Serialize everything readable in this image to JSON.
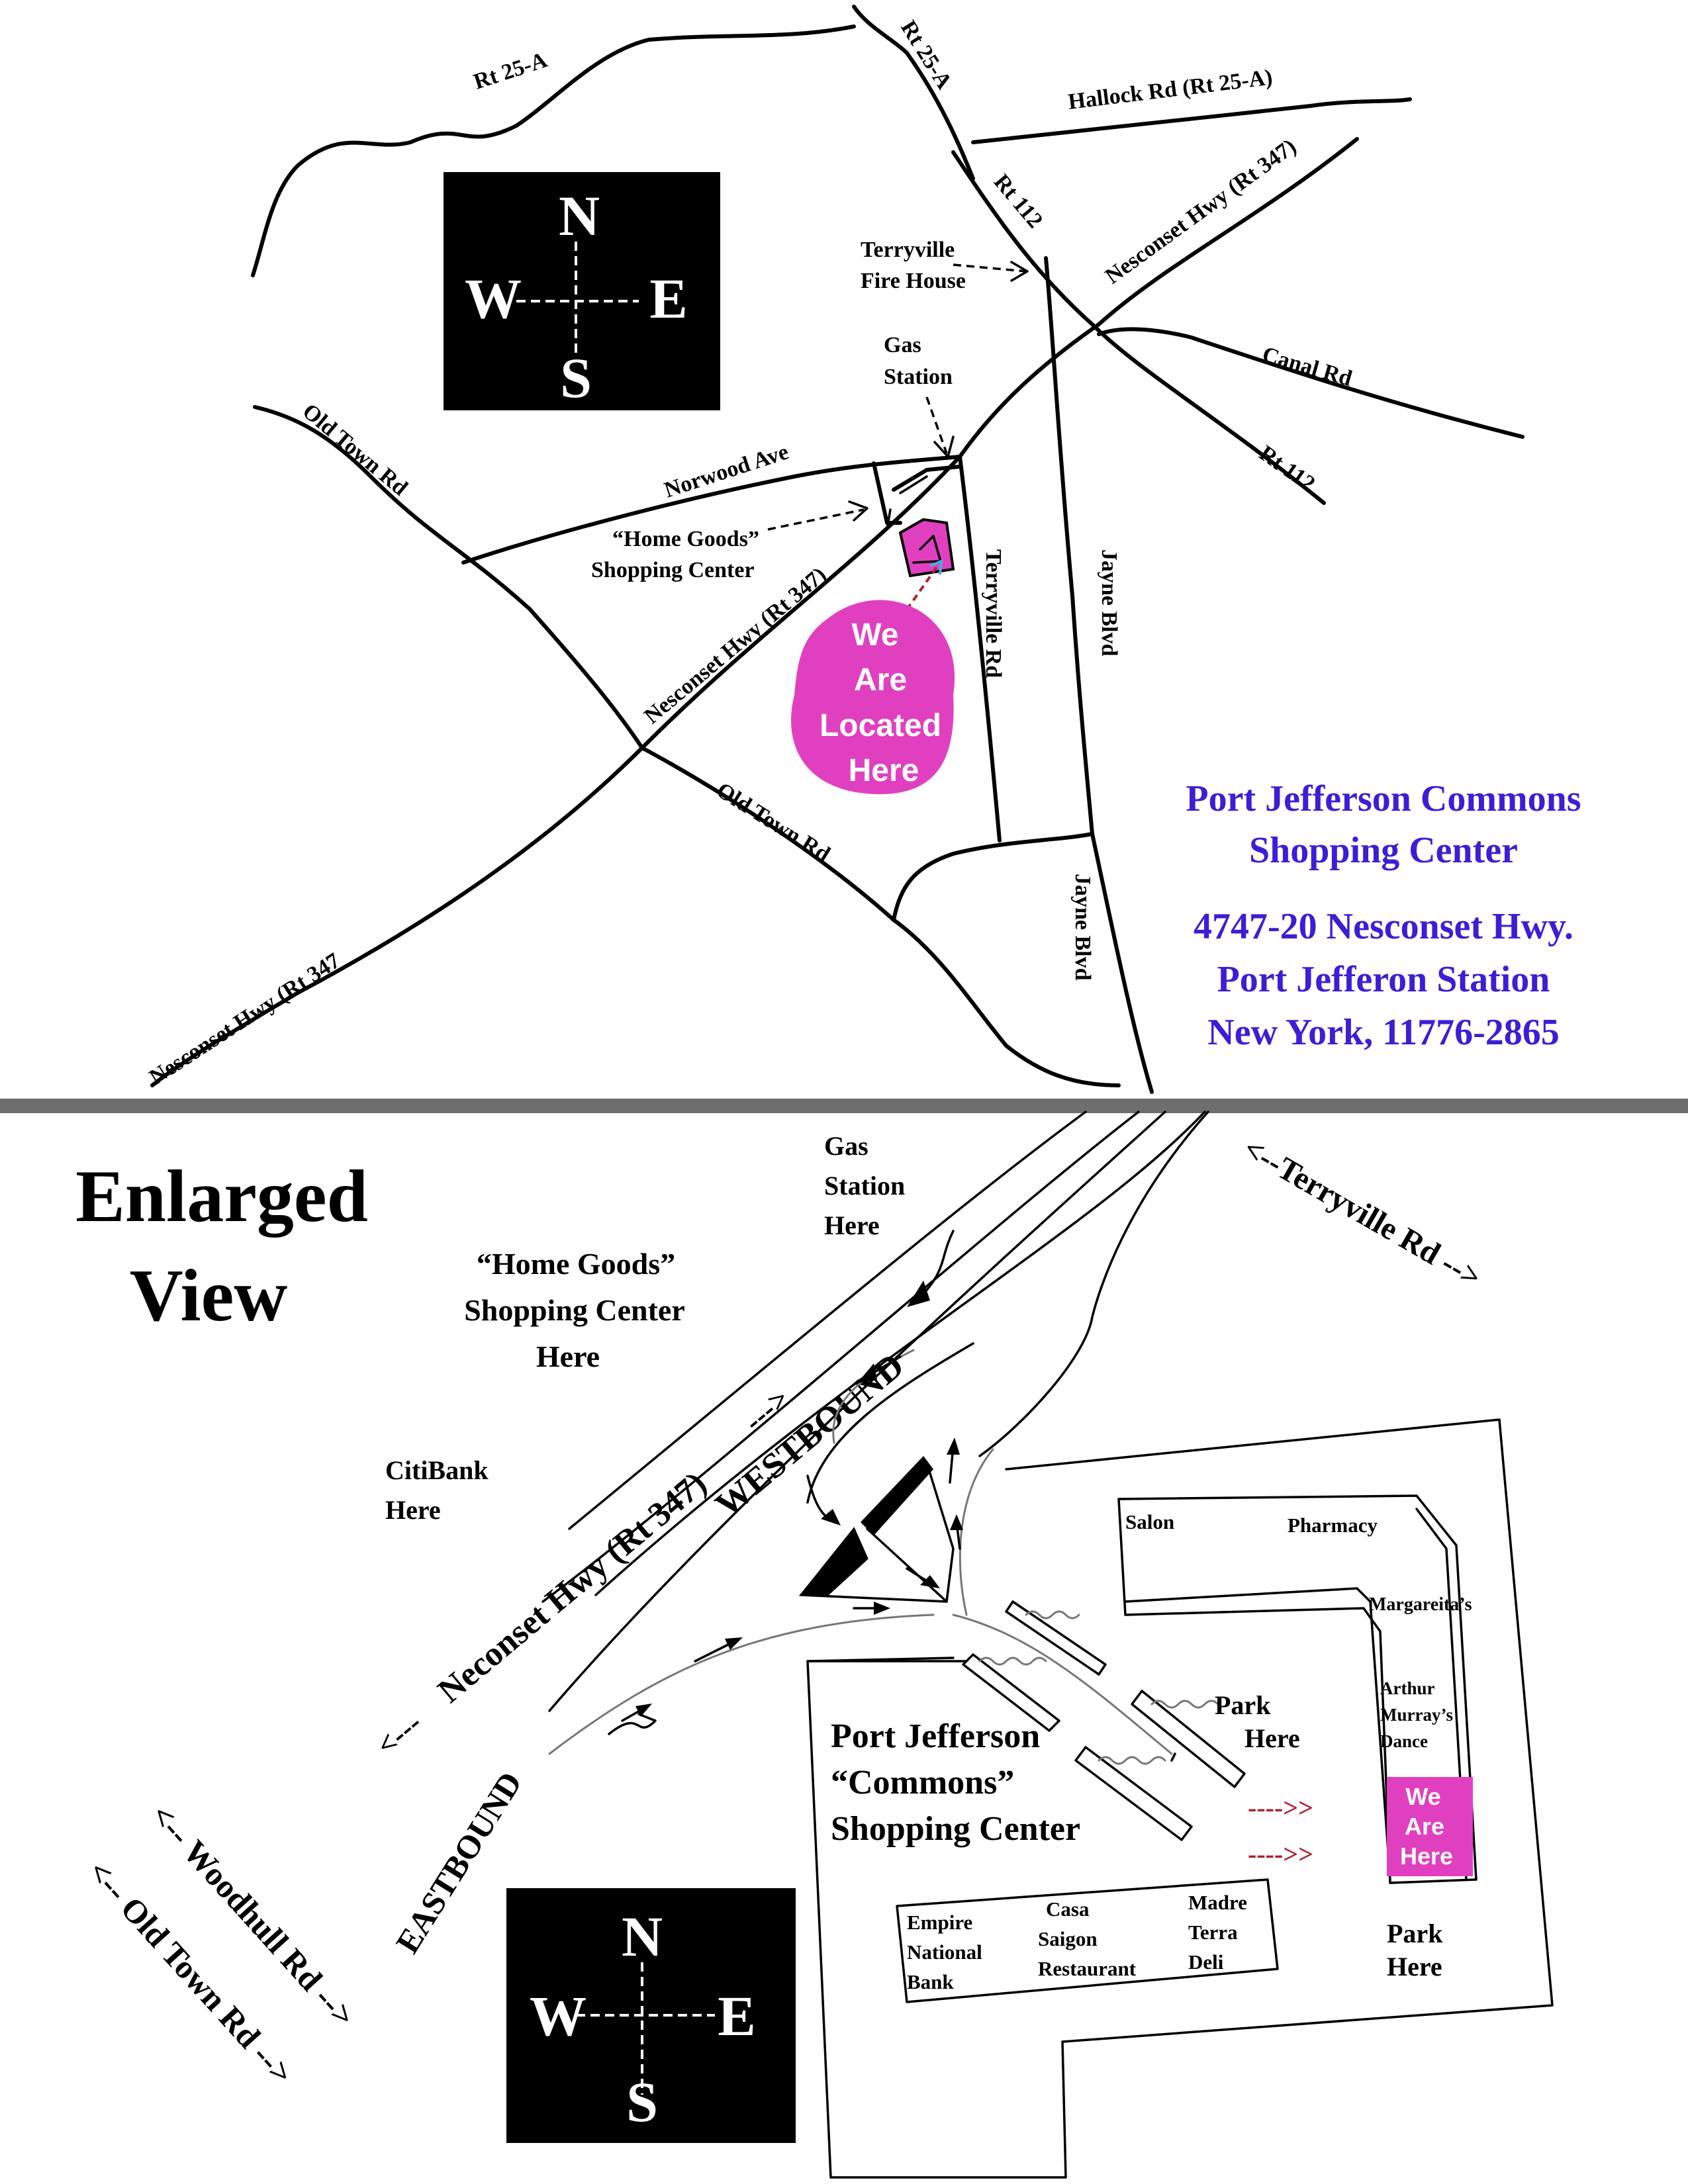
{
  "colors": {
    "accent_magenta": "#e040c0",
    "address_blue": "#3a1fd6",
    "divider_gray": "#6e6e6e",
    "marker_red": "#b02030"
  },
  "top_map": {
    "compass": {
      "n": "N",
      "s": "S",
      "w": "W",
      "e": "E",
      "icon": "compass-rose-icon"
    },
    "roads": {
      "rt25a_left": "Rt  25-A",
      "rt25a_top": "Rt 25-A",
      "hallock": "Hallock Rd  (Rt 25-A)",
      "rt112_top": "Rt  112",
      "nesconset_ne": "Nesconset Hwy   (Rt 347)",
      "canal": "Canal Rd",
      "rt112_right": "Rt  112",
      "old_town_nw": "Old Town Rd",
      "norwood": "Norwood Ave",
      "nesconset_mid": "Nesconset Hwy   (Rt 347)",
      "terryville": "Terryville Rd",
      "jayne_upper": "Jayne Blvd",
      "jayne_lower": "Jayne Blvd",
      "old_town_se": "Old Town Rd",
      "nesconset_sw": "Nesconset Hwy   (Rt 347"
    },
    "landmarks": {
      "fire_house_1": "Terryville",
      "fire_house_2": "Fire House",
      "gas_1": "Gas",
      "gas_2": "Station",
      "home_goods_1": "“Home Goods”",
      "home_goods_2": "Shopping Center"
    },
    "callout": [
      "We",
      "Are",
      "Located",
      "Here"
    ],
    "address": {
      "name_1": "Port Jefferson Commons",
      "name_2": "Shopping Center",
      "line_1": "4747-20 Nesconset Hwy.",
      "line_2": "Port Jefferon Station",
      "line_3": "New York, 11776-2865"
    }
  },
  "enlarged_view": {
    "title_1": "Enlarged",
    "title_2": "View",
    "gas": [
      "Gas",
      "Station",
      "Here"
    ],
    "home_goods": [
      "“Home Goods”",
      "Shopping Center",
      "Here"
    ],
    "citibank": [
      "CitiBank",
      "Here"
    ],
    "terryville": "<--Terryville Rd -->",
    "neconset": "Neconset Hwy  (Rt 347)",
    "neconset_left_arrow": "<---",
    "neconset_right_arrow": "--->",
    "westbound": "WESTBOUND",
    "eastbound": "EASTBOUND",
    "woodhull": "<-- Woodhull Rd -->",
    "old_town": "<-- Old Town Rd -->",
    "commons": [
      "Port Jefferson",
      "“Commons”",
      "Shopping Center"
    ],
    "stores": {
      "salon": "Salon",
      "pharmacy": "Pharmacy",
      "margareitas": "Margareita’s",
      "arthur_1": "Arthur",
      "arthur_2": "Murray’s",
      "arthur_3": "Dance",
      "empire_1": "Empire",
      "empire_2": "National",
      "empire_3": "Bank",
      "casa_1": "Casa",
      "casa_2": "Saigon",
      "casa_3": "Restaurant",
      "madre_1": "Madre",
      "madre_2": "Terra",
      "madre_3": "Deli"
    },
    "we_are_here": [
      "We",
      "Are",
      "Here"
    ],
    "park_upper": [
      "Park",
      "Here"
    ],
    "park_lower": [
      "Park",
      "Here"
    ],
    "red_arrow": "---->>"
  }
}
